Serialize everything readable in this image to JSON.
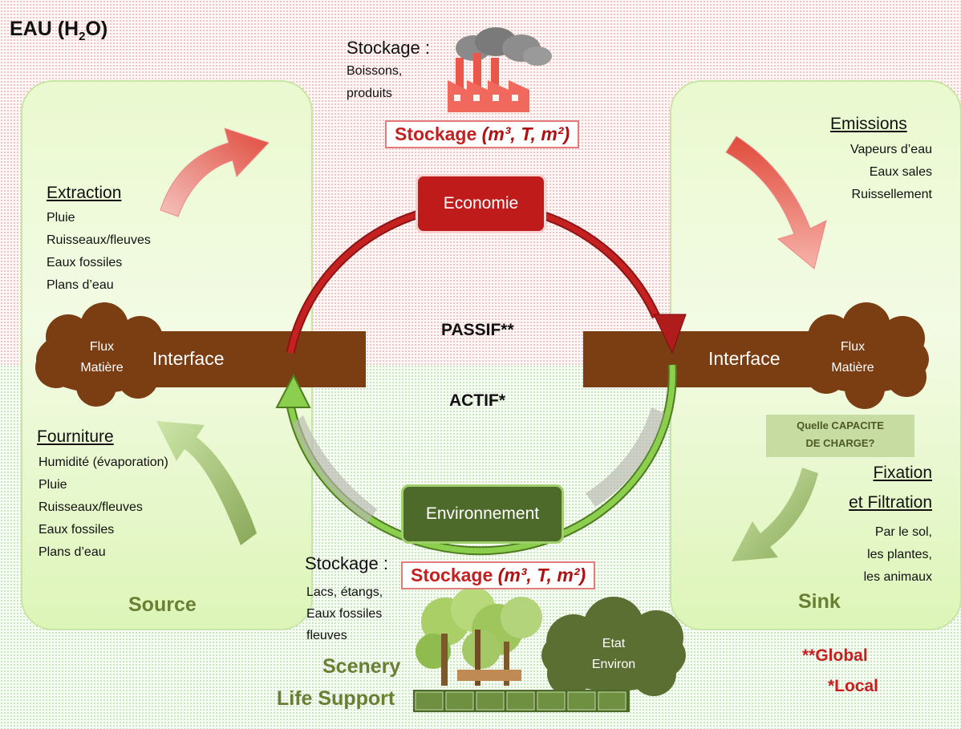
{
  "title_main": "EAU (H",
  "title_sub": "2",
  "title_end": "O)",
  "top_storage": {
    "title": "Stockage :",
    "items": [
      "Boissons,",
      "produits"
    ]
  },
  "stock_label_top": {
    "word": "Stockage",
    "units": "(m³, T, m²)"
  },
  "stock_label_bottom": {
    "word": "Stockage",
    "units": "(m³, T, m²)"
  },
  "economie": "Economie",
  "environnement": "Environnement",
  "passif": "PASSIF**",
  "actif": "ACTIF*",
  "left_panel": {
    "extraction_title": "Extraction",
    "extraction_items": [
      "Pluie",
      "Ruisseaux/fleuves",
      "Eaux  fossiles",
      "Plans d’eau"
    ],
    "fourniture_title": "Fourniture",
    "fourniture_items": [
      "Humidité (évaporation)",
      "Pluie",
      "Ruisseaux/fleuves",
      "Eaux  fossiles",
      "Plans d’eau"
    ],
    "footer": "Source",
    "interface": "Interface",
    "cloud": [
      "Flux",
      "Matière"
    ]
  },
  "right_panel": {
    "emissions_title": "Emissions",
    "emissions_items": [
      "Vapeurs d’eau",
      "Eaux sales",
      "Ruissellement"
    ],
    "capacite": [
      "Quelle CAPACITE",
      "DE CHARGE?"
    ],
    "fixation_title_1": "Fixation",
    "fixation_title_2": "et Filtration",
    "fixation_items": [
      "Par le sol,",
      "les plantes,",
      "les animaux"
    ],
    "footer": "Sink",
    "interface": "Interface",
    "cloud": [
      "Flux",
      "Matière"
    ]
  },
  "bottom_storage": {
    "title": "Stockage :",
    "items": [
      "Lacs, étangs,",
      "Eaux fossiles",
      "fleuves"
    ]
  },
  "scenery": "Scenery",
  "life_support": "Life Support",
  "etat_cloud": [
    "Etat",
    "Environ"
  ],
  "legend": {
    "global": "**Global",
    "local": "*Local"
  },
  "colors": {
    "red": "#c01b1b",
    "green_dark": "#4d6a2a",
    "brown": "#7b3d12",
    "panel": "#eaf9cf"
  }
}
